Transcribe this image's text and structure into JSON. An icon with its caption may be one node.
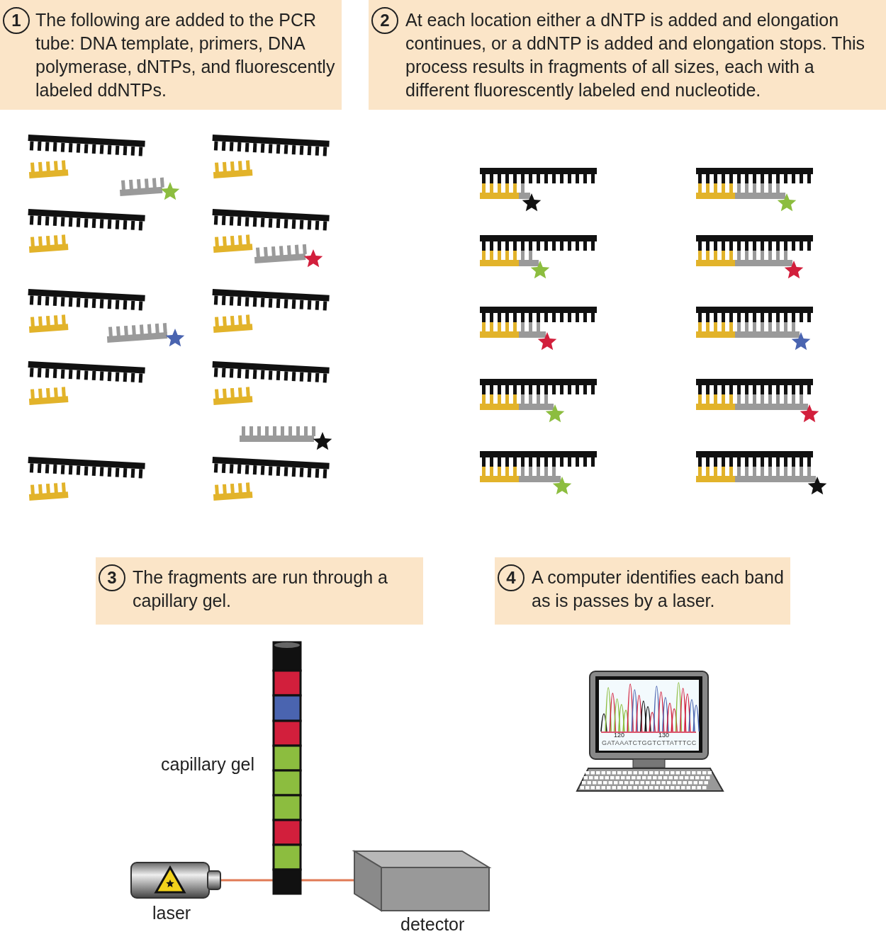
{
  "diagram": {
    "nodes": [
      {
        "text": [
          "1",
          "The following are added to the PCR tube: DNA template, primers, DNA polymerase, dNTPs, and fluorescently labeled ddNTPs."
        ]
      },
      {
        "text": [
          "2",
          "At each location either a dNTP is added and elongation continues, or a ddNTP is added and elongation stops. This process results in fragments of all sizes, each with a different fluorescently labeled end nucleotide."
        ]
      },
      {
        "text": [
          "3",
          "The fragments are run through a capillary gel."
        ]
      },
      {
        "text": [
          "4",
          "A computer identifies each band as is passes by a laser."
        ]
      }
    ],
    "labels": [
      "120",
      "130",
      "GATAAATCTGGTCTTATTTCC",
      "capillary gel",
      "laser",
      "detector"
    ]
  }
}
